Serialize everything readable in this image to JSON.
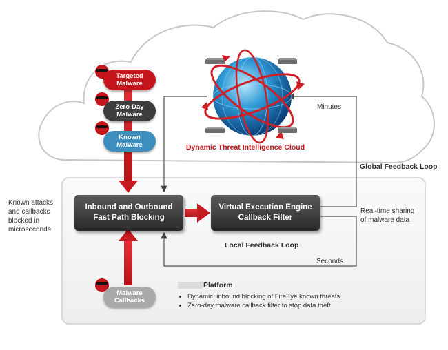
{
  "cloud": {
    "title": "Dynamic Threat Intelligence Cloud",
    "minutes_label": "Minutes",
    "global_loop_label": "Global Feedback Loop"
  },
  "threats": {
    "targeted": "Targeted\nMalware",
    "zero_day": "Zero-Day\nMalware",
    "known": "Known\nMalware",
    "callbacks": "Malware\nCallbacks"
  },
  "left_note": "Known attacks\nand callbacks\nblocked in\nmicroseconds",
  "boxes": {
    "blocking": "Inbound and Outbound\nFast Path Blocking",
    "engine": "Virtual Execution Engine\nCallback Filter"
  },
  "labels": {
    "realtime": "Real-time sharing\nof malware data",
    "local_loop": "Local Feedback Loop",
    "seconds": "Seconds"
  },
  "platform": {
    "title": "Platform",
    "bullets": [
      "Dynamic, inbound blocking of FireEye known threats",
      "Zero-day malware callback filter to stop data theft"
    ]
  },
  "colors": {
    "targeted": "#c4161c",
    "zero_day": "#3d3d3d",
    "known": "#3e8ebd",
    "callbacks": "#a9a9a9",
    "arrow_red": "#d11f26",
    "cloud_title": "#c4161c"
  }
}
